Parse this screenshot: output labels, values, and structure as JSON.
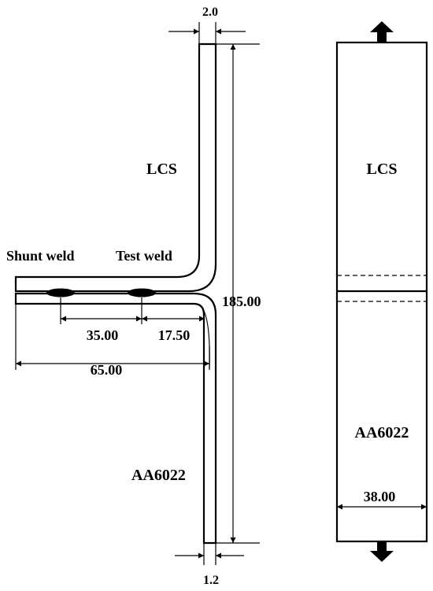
{
  "side_view": {
    "top_thickness": "2.0",
    "bottom_thickness": "1.2",
    "top_material": "LCS",
    "bottom_material": "AA6022",
    "shunt_weld_label": "Shunt weld",
    "test_weld_label": "Test weld",
    "dim_weld_spacing": "35.00",
    "dim_test_weld_offset": "17.50",
    "dim_flange_length": "65.00",
    "dim_total_height": "185.00"
  },
  "front_view": {
    "top_material": "LCS",
    "bottom_material": "AA6022",
    "dim_width": "38.00"
  }
}
